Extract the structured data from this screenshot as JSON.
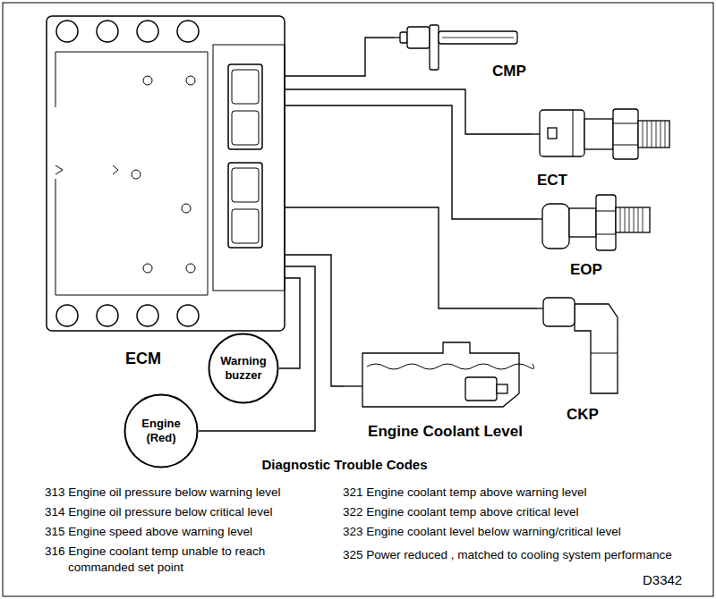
{
  "diagram": {
    "title": "Diagnostic Trouble Codes",
    "nodes": [
      {
        "text": [
          "ECM"
        ]
      },
      {
        "text": [
          "CMP"
        ]
      },
      {
        "text": [
          "ECT"
        ]
      },
      {
        "text": [
          "EOP"
        ]
      },
      {
        "text": [
          "CKP"
        ]
      },
      {
        "text": [
          "Warning buzzer"
        ]
      },
      {
        "text": [
          "Engine Coolant Level"
        ]
      },
      {
        "text": [
          "Engine (Red)"
        ]
      }
    ],
    "edges": [
      {
        "from": 0,
        "to": 1,
        "arrow": "none"
      },
      {
        "from": 0,
        "to": 2,
        "arrow": "none"
      },
      {
        "from": 0,
        "to": 3,
        "arrow": "none"
      },
      {
        "from": 0,
        "to": 4,
        "arrow": "none"
      },
      {
        "from": 0,
        "to": 5,
        "arrow": "none"
      },
      {
        "from": 0,
        "to": 6,
        "arrow": "none"
      },
      {
        "from": 0,
        "to": 7,
        "arrow": "none"
      }
    ],
    "labels": [
      "313 Engine oil pressure below warning level",
      "314 Engine oil pressure below critical level",
      "315 Engine speed above warning level",
      "316 Engine coolant temp unable to reach commanded set point",
      "321 Engine coolant temp above warning level",
      "322 Engine coolant temp above critical level",
      "323 Engine coolant level below warning/critical level",
      "325 Power reduced , matched to cooling system performance",
      "D3342"
    ]
  }
}
